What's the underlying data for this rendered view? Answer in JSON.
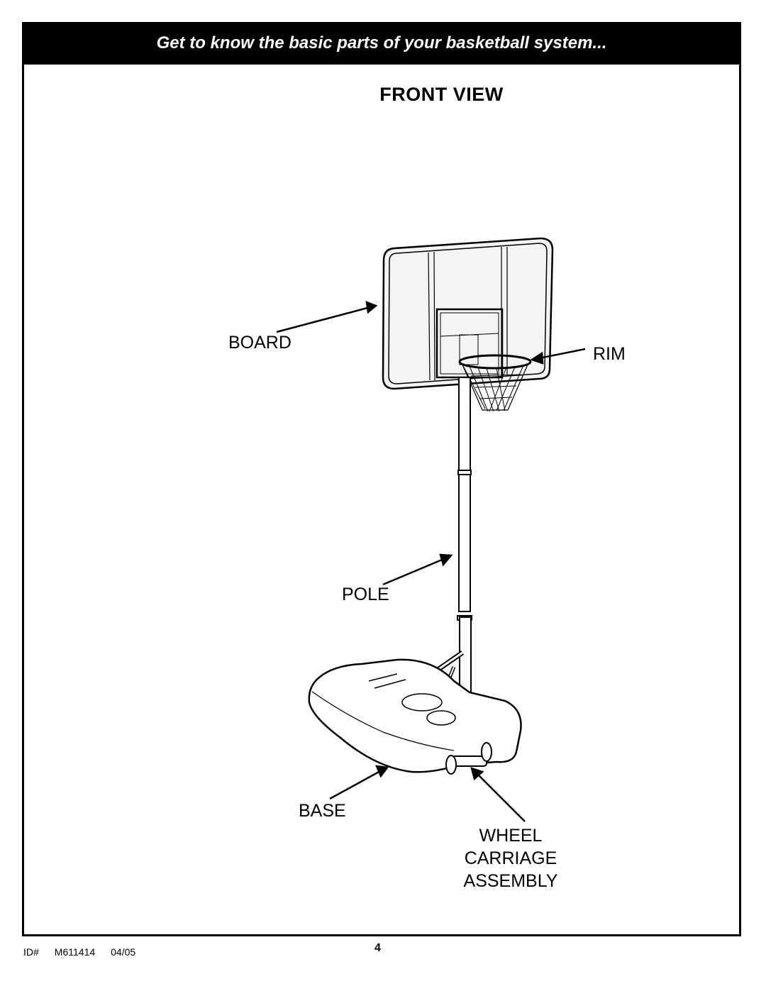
{
  "header": {
    "banner": "Get to know the basic parts of your basketball system..."
  },
  "view": {
    "title": "FRONT VIEW"
  },
  "labels": {
    "board": "BOARD",
    "rim": "RIM",
    "pole": "POLE",
    "base": "BASE",
    "wheel_line1": "WHEEL",
    "wheel_line2": "CARRIAGE",
    "wheel_line3": "ASSEMBLY"
  },
  "footer": {
    "id_label": "ID#",
    "id_value": "M611414",
    "date": "04/05",
    "page": "4"
  }
}
